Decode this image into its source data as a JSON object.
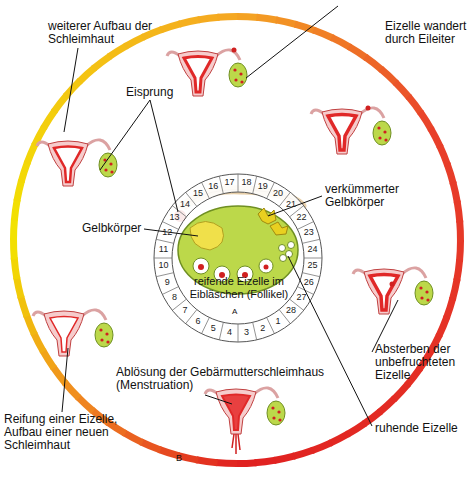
{
  "diagram": {
    "labels": [
      "weiterer Aufbau der Schleimhaut",
      "Eizelle wandert durch Eileiter",
      "Eisprung",
      "Gelbkörper",
      "verkümmerter Gelbkörper",
      "reifende Eizelle im Eibläschen (Follikel)",
      "Absterben der unbefruchteten Eizelle",
      "Ablösung der Gebärmutterschleimhaus (Menstruation)",
      "ruhende Eizelle",
      "Reifung einer Eizelle, Aufbau einer neuen Schleimhaut",
      "1",
      "2",
      "3",
      "4",
      "5",
      "6",
      "7",
      "8",
      "9",
      "10",
      "11",
      "12",
      "13",
      "14",
      "15",
      "16",
      "17",
      "18",
      "19",
      "20",
      "21",
      "22",
      "23",
      "24",
      "25",
      "26",
      "27",
      "28",
      "A",
      "B"
    ]
  }
}
